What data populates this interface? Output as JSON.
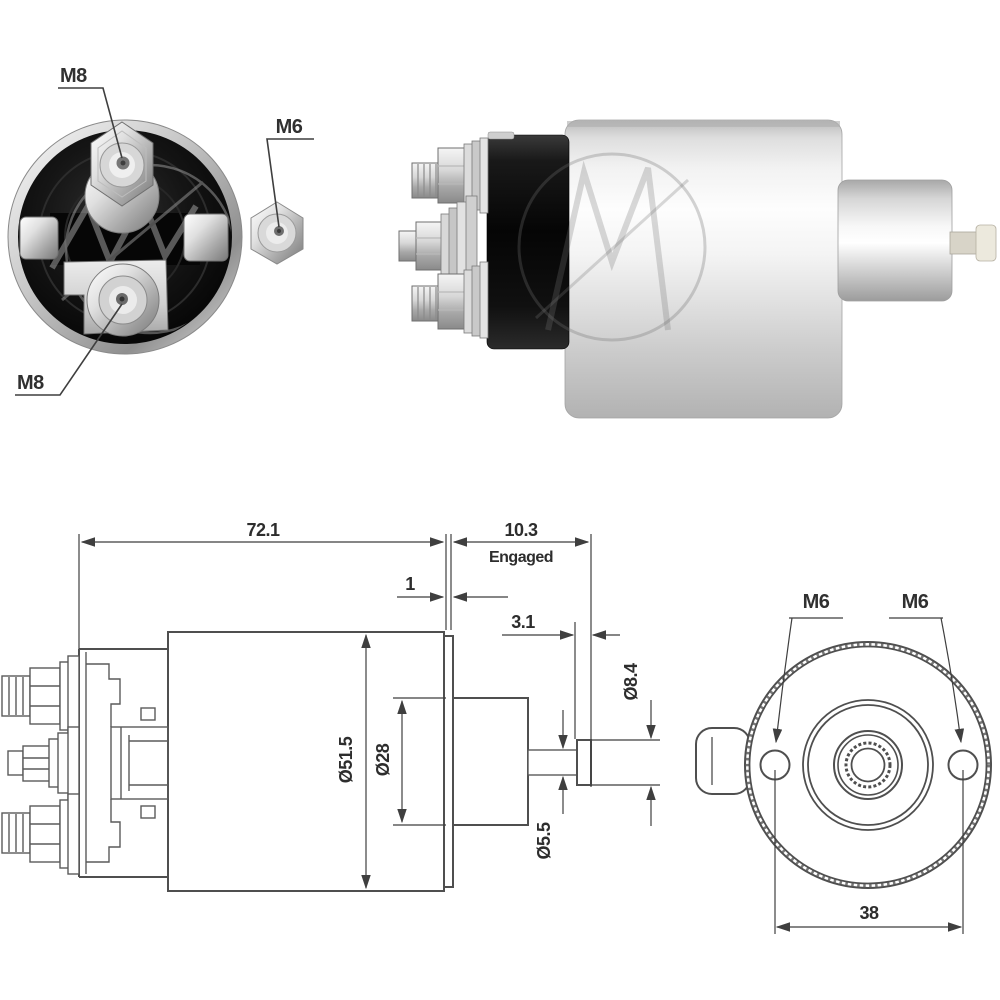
{
  "page": {
    "background": "#ffffff",
    "watermark_icon": "zm-logo"
  },
  "front_view": {
    "terminal_top_label": "M8",
    "terminal_side_label": "M6",
    "terminal_bottom_label": "M8"
  },
  "side_drawing": {
    "overall_length": "72.1",
    "plunger_travel": "10.3",
    "plunger_travel_note": "Engaged",
    "flange_thickness": "1",
    "tip_length": "3.1",
    "body_diameter": "Ø51.5",
    "neck_diameter": "Ø28",
    "tip_diameter": "Ø8.4",
    "shaft_diameter": "Ø5.5"
  },
  "rear_drawing": {
    "hole_left_label": "M6",
    "hole_right_label": "M6",
    "hole_spacing": "38"
  },
  "colors": {
    "drawing_line": "#4f4f4f",
    "dimension_text": "#2d2d2d",
    "cap_black": "#0a0a0a",
    "metal_silver": "#d9d9d9"
  }
}
